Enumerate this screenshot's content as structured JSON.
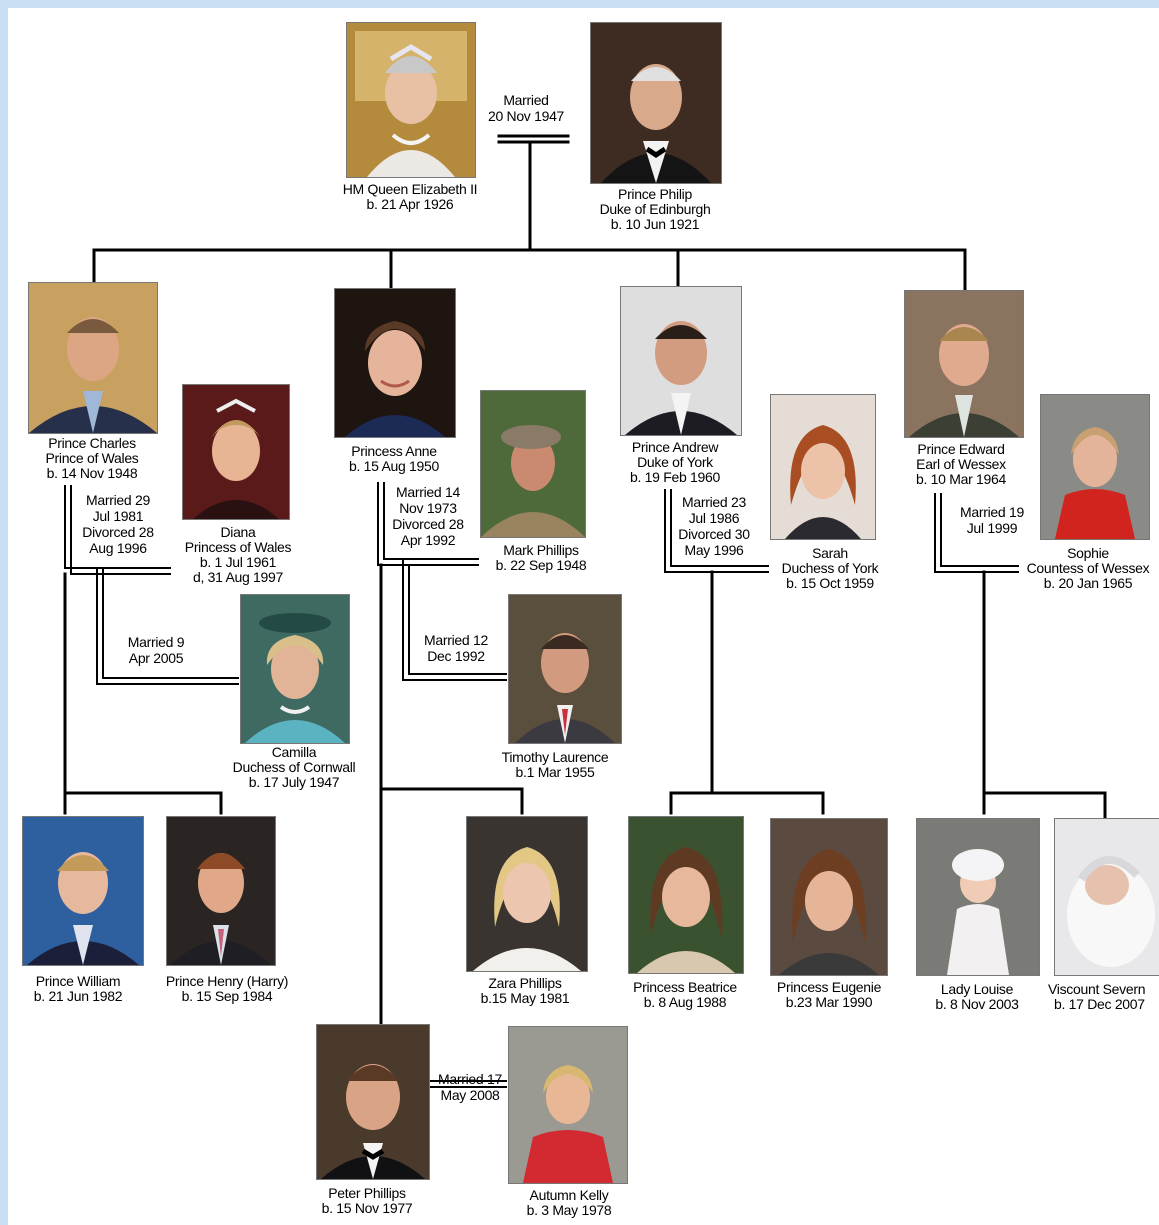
{
  "colors": {
    "page_background": "#c9dff4",
    "panel_background": "#ffffff",
    "connector": "#000000"
  },
  "people": {
    "elizabeth": {
      "photo": "portrait-queen-elizabeth",
      "lines": [
        "HM Queen Elizabeth II",
        "b. 21 Apr 1926"
      ]
    },
    "philip": {
      "photo": "portrait-prince-philip",
      "lines": [
        "Prince Philip",
        "Duke of Edinburgh",
        "b. 10 Jun 1921"
      ]
    },
    "charles": {
      "photo": "portrait-prince-charles",
      "lines": [
        "Prince Charles",
        "Prince of Wales",
        "b. 14 Nov 1948"
      ]
    },
    "diana": {
      "photo": "portrait-diana",
      "lines": [
        "Diana",
        "Princess of Wales",
        "b. 1 Jul 1961",
        "d, 31 Aug 1997"
      ]
    },
    "camilla": {
      "photo": "portrait-camilla",
      "lines": [
        "Camilla",
        "Duchess of Cornwall",
        "b. 17 July 1947"
      ]
    },
    "anne": {
      "photo": "portrait-princess-anne",
      "lines": [
        "Princess Anne",
        "b. 15 Aug 1950"
      ]
    },
    "mark": {
      "photo": "portrait-mark-phillips",
      "lines": [
        "Mark Phillips",
        "b. 22 Sep 1948"
      ]
    },
    "timothy": {
      "photo": "portrait-timothy-laurence",
      "lines": [
        "Timothy Laurence",
        "b.1 Mar 1955"
      ]
    },
    "andrew": {
      "photo": "portrait-prince-andrew",
      "lines": [
        "Prince Andrew",
        "Duke of York",
        "b. 19 Feb 1960"
      ]
    },
    "sarah": {
      "photo": "portrait-sarah",
      "lines": [
        "Sarah",
        "Duchess of York",
        "b. 15 Oct 1959"
      ]
    },
    "edward": {
      "photo": "portrait-prince-edward",
      "lines": [
        "Prince Edward",
        "Earl of Wessex",
        "b. 10 Mar 1964"
      ]
    },
    "sophie": {
      "photo": "portrait-sophie",
      "lines": [
        "Sophie",
        "Countess of Wessex",
        "b. 20 Jan 1965"
      ]
    },
    "william": {
      "photo": "portrait-prince-william",
      "lines": [
        "Prince William",
        "b. 21 Jun 1982"
      ]
    },
    "harry": {
      "photo": "portrait-prince-harry",
      "lines": [
        "Prince Henry (Harry)",
        "b. 15 Sep 1984"
      ]
    },
    "zara": {
      "photo": "portrait-zara-phillips",
      "lines": [
        "Zara Phillips",
        "b.15 May 1981"
      ]
    },
    "beatrice": {
      "photo": "portrait-princess-beatrice",
      "lines": [
        "Princess Beatrice",
        "b. 8 Aug 1988"
      ]
    },
    "eugenie": {
      "photo": "portrait-princess-eugenie",
      "lines": [
        "Princess Eugenie",
        "b.23 Mar 1990"
      ]
    },
    "louise": {
      "photo": "portrait-lady-louise",
      "lines": [
        "Lady Louise",
        "b. 8 Nov 2003"
      ]
    },
    "severn": {
      "photo": "portrait-viscount-severn",
      "lines": [
        "Viscount Severn",
        "b. 17 Dec 2007"
      ]
    },
    "peter": {
      "photo": "portrait-peter-phillips",
      "lines": [
        "Peter Phillips",
        "b. 15 Nov 1977"
      ]
    },
    "autumn": {
      "photo": "portrait-autumn-kelly",
      "lines": [
        "Autumn Kelly",
        "b. 3 May 1978"
      ]
    }
  },
  "marriages": {
    "elizabeth_philip": [
      "Married",
      "20 Nov 1947"
    ],
    "charles_diana": [
      "Married 29",
      "Jul 1981",
      "Divorced 28",
      "Aug 1996"
    ],
    "charles_camilla": [
      "Married 9",
      "Apr 2005"
    ],
    "anne_mark": [
      "Married 14",
      "Nov 1973",
      "Divorced 28",
      "Apr 1992"
    ],
    "anne_timothy": [
      "Married 12",
      "Dec 1992"
    ],
    "andrew_sarah": [
      "Married 23",
      "Jul 1986",
      "Divorced 30",
      "May 1996"
    ],
    "edward_sophie": [
      "Married 19",
      "Jul 1999"
    ],
    "peter_autumn": [
      "Married 17",
      "May 2008"
    ]
  }
}
